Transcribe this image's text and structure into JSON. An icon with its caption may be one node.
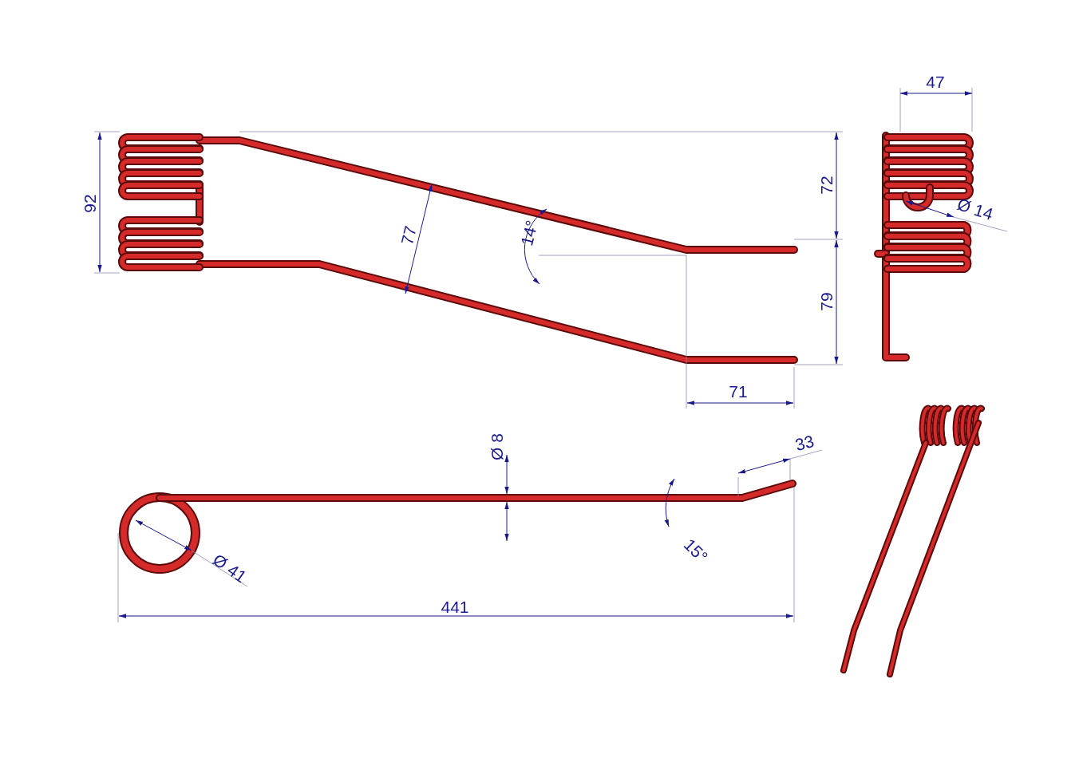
{
  "diagram": {
    "labels": [
      "47",
      "72",
      "92",
      "Ø 14",
      "77",
      "14°",
      "79",
      "71",
      "Ø 8",
      "33",
      "15°",
      "Ø 41",
      "441"
    ]
  }
}
